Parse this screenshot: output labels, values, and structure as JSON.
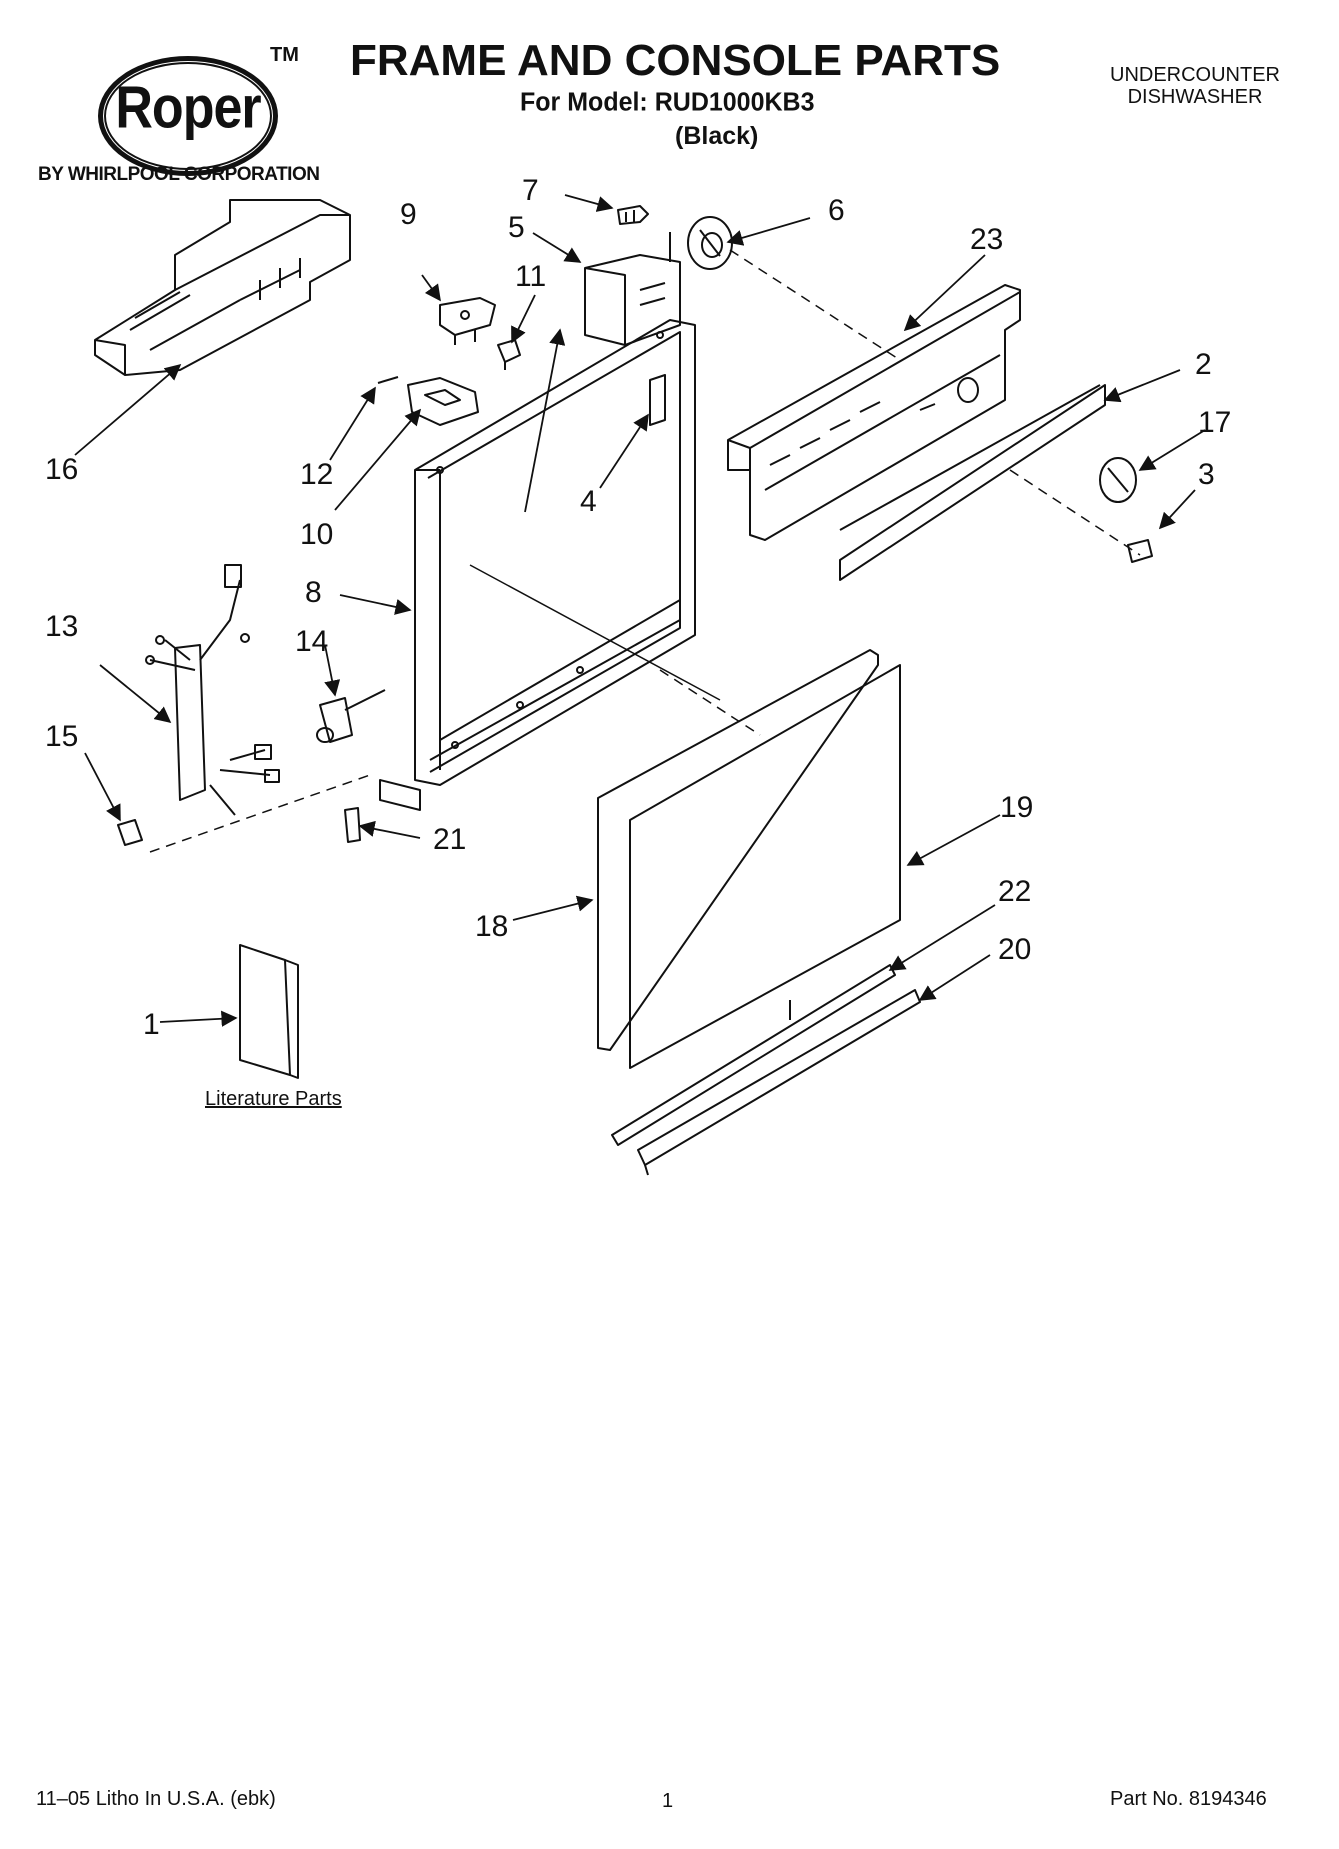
{
  "header": {
    "brand": "Roper",
    "trademark": "TM",
    "corporation": "BY WHIRLPOOL CORPORATION",
    "title": "FRAME AND CONSOLE PARTS",
    "model": "For Model: RUD1000KB3",
    "color": "(Black)",
    "product_line1": "UNDERCOUNTER",
    "product_line2": "DISHWASHER"
  },
  "callouts": [
    "1",
    "2",
    "3",
    "4",
    "5",
    "6",
    "7",
    "8",
    "9",
    "10",
    "11",
    "12",
    "13",
    "14",
    "15",
    "16",
    "17",
    "18",
    "19",
    "20",
    "21",
    "22",
    "23"
  ],
  "literature_label": "Literature Parts",
  "footer": {
    "litho": "11–05 Litho In U.S.A. (ebk)",
    "page": "1",
    "part_no": "Part No. 8194346"
  },
  "colors": {
    "ink": "#111111",
    "paper": "#ffffff"
  }
}
